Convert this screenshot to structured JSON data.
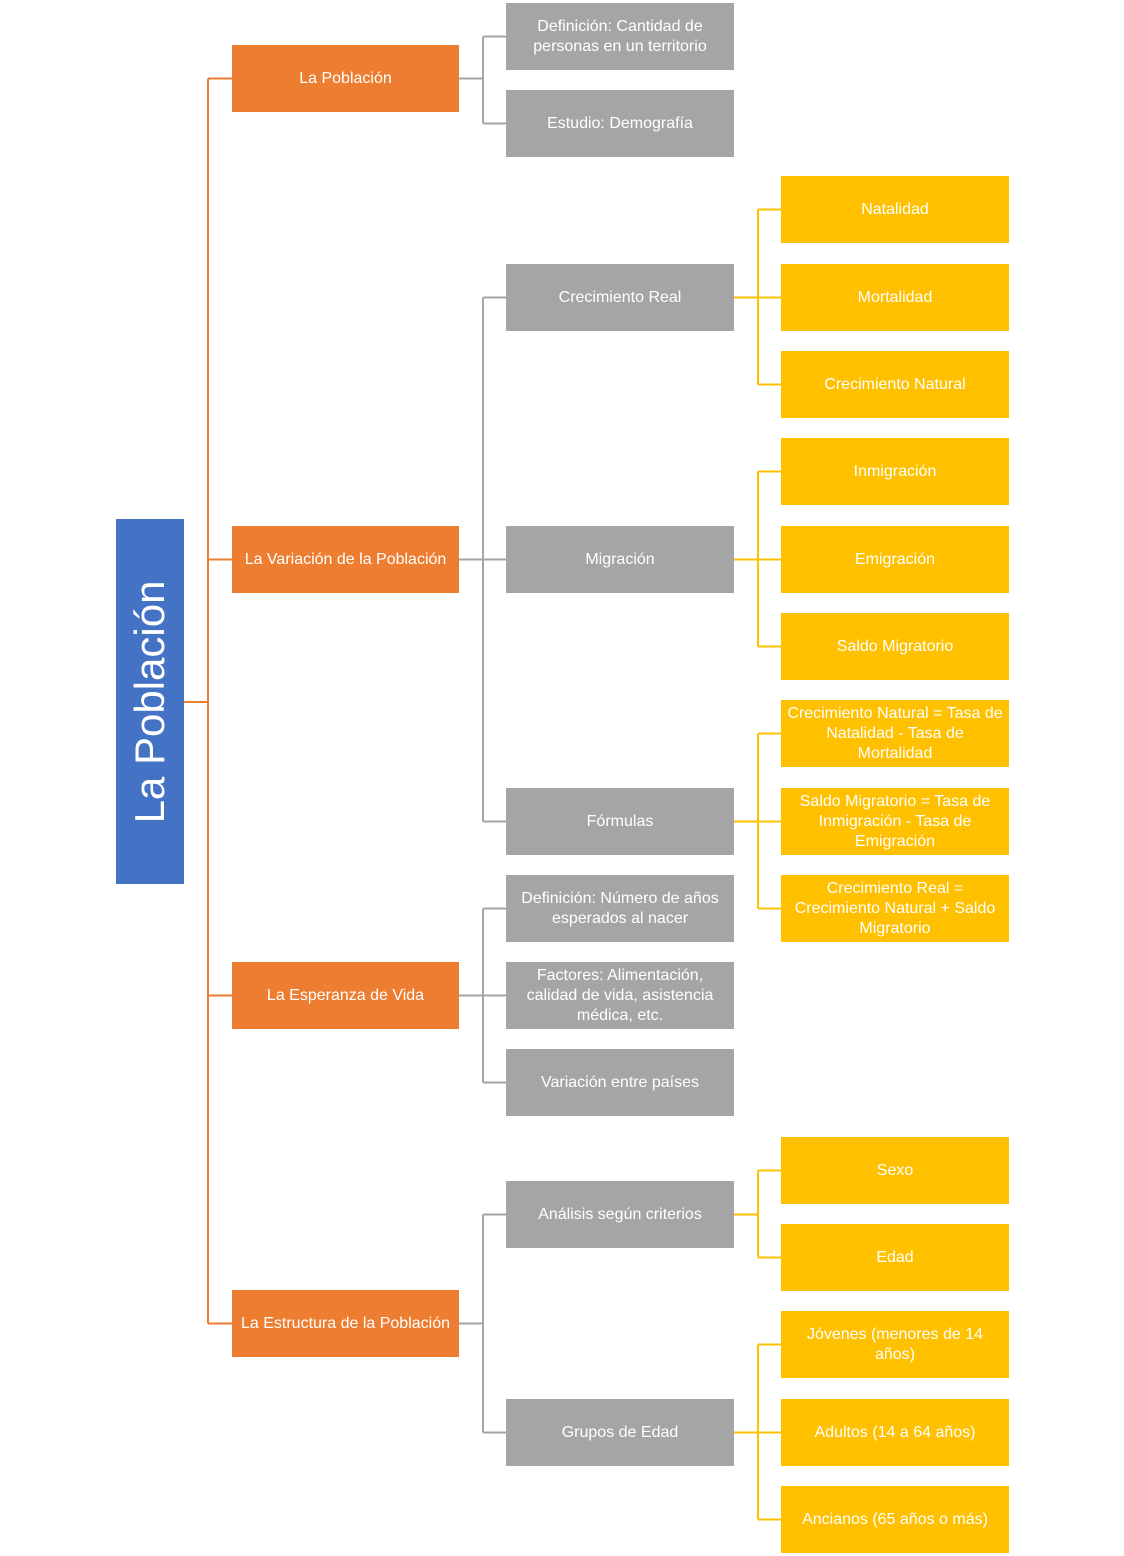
{
  "colors": {
    "root": "#4472C4",
    "level1": "#ED7D31",
    "level2": "#A5A5A5",
    "level3": "#FFC000",
    "connector_orange": "#ED7D31",
    "connector_grey": "#A5A5A5",
    "connector_yellow": "#FFC000"
  },
  "root": {
    "title": "La Población"
  },
  "topics": [
    {
      "label": "La Población",
      "children": [
        {
          "label": "Definición: Cantidad de personas en un territorio",
          "children": []
        },
        {
          "label": "Estudio: Demografía",
          "children": []
        }
      ]
    },
    {
      "label": "La Variación de la Población",
      "children": [
        {
          "label": "Crecimiento Real",
          "children": [
            "Natalidad",
            "Mortalidad",
            "Crecimiento Natural"
          ]
        },
        {
          "label": "Migración",
          "children": [
            "Inmigración",
            "Emigración",
            "Saldo Migratorio"
          ]
        },
        {
          "label": "Fórmulas",
          "children": [
            "Crecimiento Natural = Tasa de Natalidad - Tasa de Mortalidad",
            "Saldo Migratorio = Tasa de Inmigración - Tasa de Emigración",
            "Crecimiento Real = Crecimiento Natural + Saldo Migratorio"
          ]
        }
      ]
    },
    {
      "label": "La Esperanza de Vida",
      "children": [
        {
          "label": "Definición: Número de años esperados al nacer",
          "children": []
        },
        {
          "label": "Factores: Alimentación, calidad de vida, asistencia médica, etc.",
          "children": []
        },
        {
          "label": "Variación entre países",
          "children": []
        }
      ]
    },
    {
      "label": "La Estructura de la Población",
      "children": [
        {
          "label": "Análisis según criterios",
          "children": [
            "Sexo",
            "Edad"
          ]
        },
        {
          "label": "Grupos de Edad",
          "children": [
            "Jóvenes (menores de 14 años)",
            "Adultos (14 a 64 años)",
            "Ancianos (65 años o más)"
          ]
        }
      ]
    }
  ]
}
